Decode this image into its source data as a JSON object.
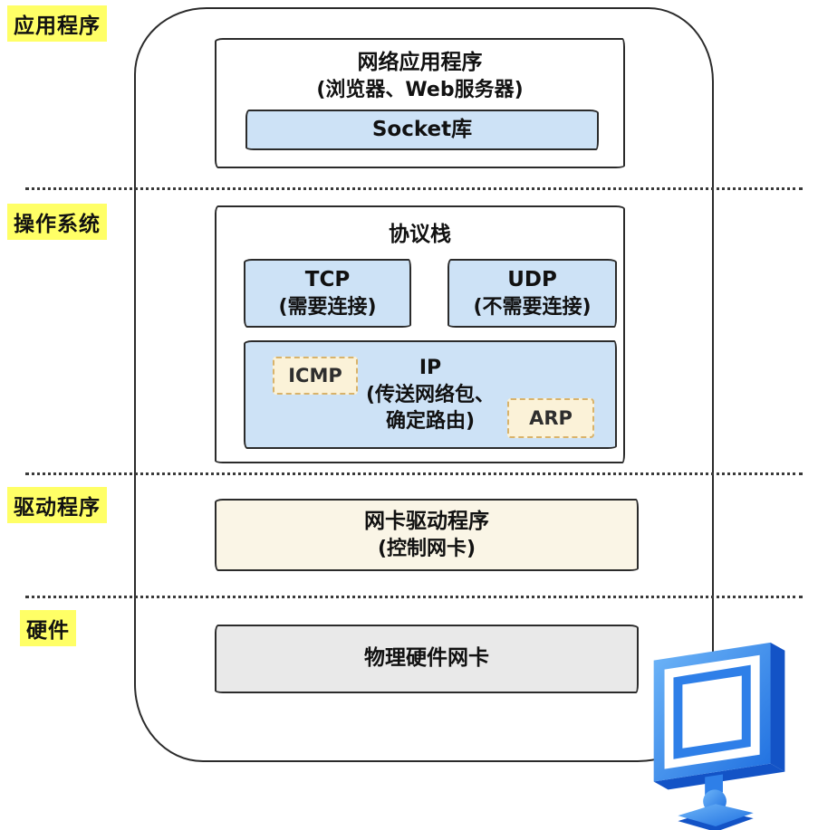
{
  "layers": {
    "application": "应用程序",
    "os": "操作系统",
    "driver": "驱动程序",
    "hardware": "硬件"
  },
  "app_box": {
    "title": "网络应用程序",
    "subtitle": "(浏览器、Web服务器)",
    "socket_label": "Socket库"
  },
  "stack_box": {
    "title": "协议栈",
    "tcp": {
      "name": "TCP",
      "note": "(需要连接)"
    },
    "udp": {
      "name": "UDP",
      "note": "(不需要连接)"
    },
    "ip": {
      "name": "IP",
      "note1": "(传送网络包、",
      "note2": "确定路由)"
    },
    "icmp_label": "ICMP",
    "arp_label": "ARP"
  },
  "driver_box": {
    "title": "网卡驱动程序",
    "subtitle": "(控制网卡)"
  },
  "hardware_box": {
    "title": "物理硬件网卡"
  },
  "icons": {
    "monitor": "computer-monitor-icon"
  },
  "colors": {
    "label_highlight": "#FFFF66",
    "blue_fill": "#CDE2F6",
    "cream_fill": "#FAF5E6",
    "gray_fill": "#E9E9E9",
    "dashed_fill": "#FBF2D8",
    "dashed_border": "#D9B36A",
    "outline": "#2B2B2B",
    "monitor_blue": "#2E7FE8"
  }
}
